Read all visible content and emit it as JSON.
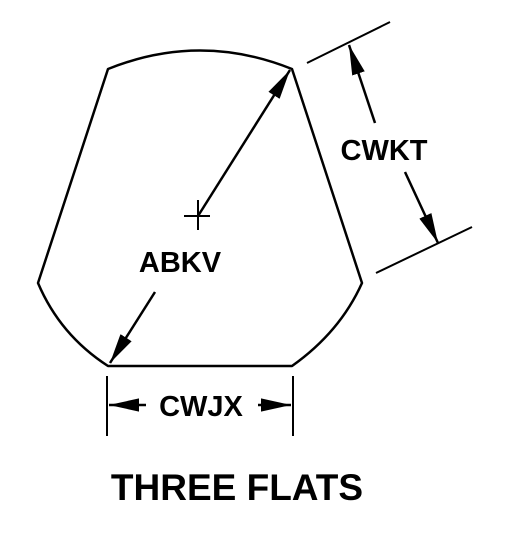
{
  "labels": {
    "diameter": "ABKV",
    "side_flat": "CWKT",
    "bottom_flat": "CWJX",
    "caption": "THREE FLATS"
  },
  "colors": {
    "stroke": "#000000",
    "background": "#ffffff"
  }
}
